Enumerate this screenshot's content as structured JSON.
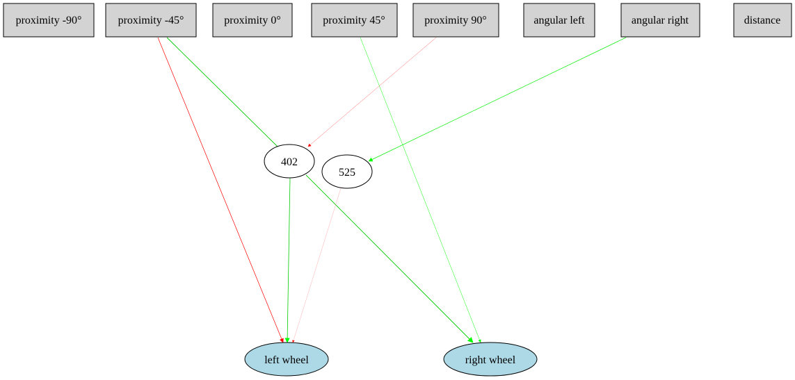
{
  "nodes": {
    "prox_m90": {
      "label": "proximity -90°"
    },
    "prox_m45": {
      "label": "proximity -45°"
    },
    "prox_0": {
      "label": "proximity 0°"
    },
    "prox_45": {
      "label": "proximity 45°"
    },
    "prox_90": {
      "label": "proximity 90°"
    },
    "ang_left": {
      "label": "angular left"
    },
    "ang_right": {
      "label": "angular right"
    },
    "distance": {
      "label": "distance"
    },
    "h402": {
      "label": "402"
    },
    "h525": {
      "label": "525"
    },
    "left_wheel": {
      "label": "left wheel"
    },
    "right_wheel": {
      "label": "right wheel"
    }
  },
  "edges": [
    {
      "from": "prox_m45",
      "to": "left_wheel",
      "color": "#ff0000"
    },
    {
      "from": "prox_m45",
      "to": "h402",
      "color": "#00cc00"
    },
    {
      "from": "prox_45",
      "to": "right_wheel",
      "color": "#00ff00"
    },
    {
      "from": "prox_90",
      "to": "h402",
      "color": "#ff6666"
    },
    {
      "from": "ang_right",
      "to": "h525",
      "color": "#00ee00"
    },
    {
      "from": "h402",
      "to": "left_wheel",
      "color": "#00cc00"
    },
    {
      "from": "h402",
      "to": "right_wheel",
      "color": "#00cc00"
    },
    {
      "from": "h525",
      "to": "left_wheel",
      "color": "#ff9999"
    }
  ],
  "colors": {
    "input_fill": "#d3d3d3",
    "hidden_fill": "#ffffff",
    "output_fill": "#add8e6"
  }
}
